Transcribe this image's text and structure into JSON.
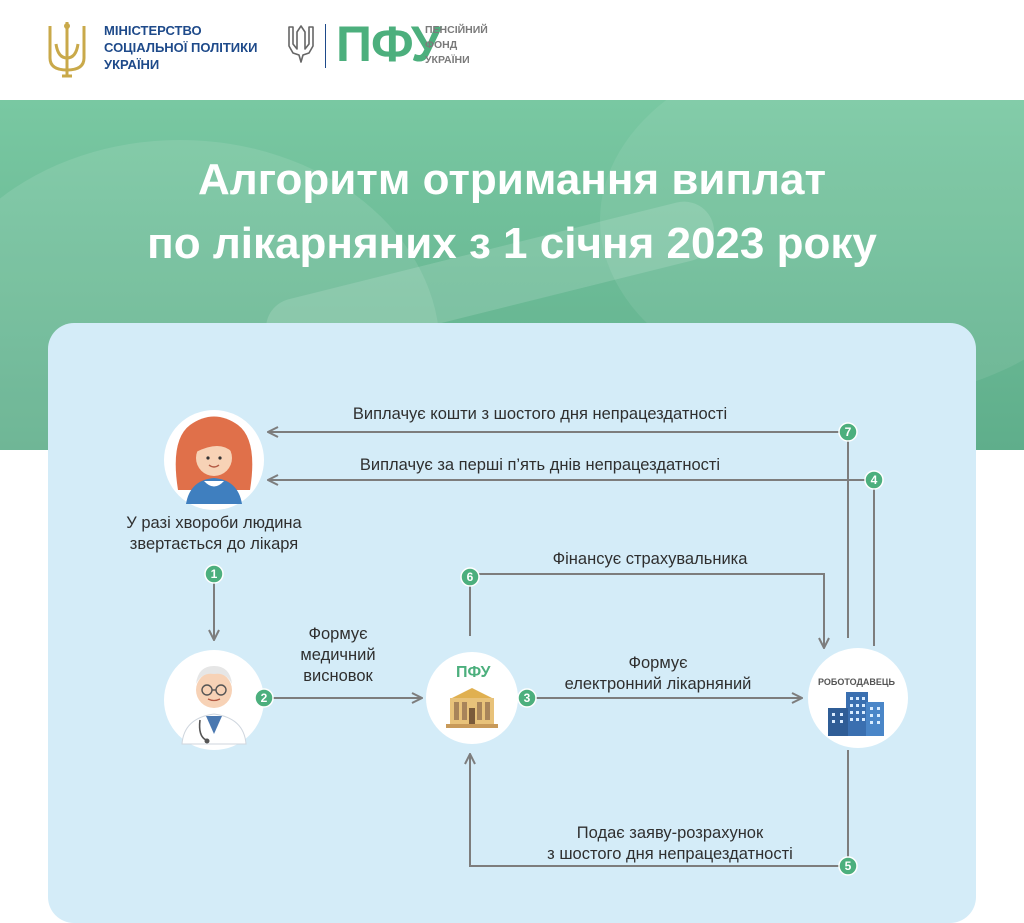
{
  "header": {
    "ministry_line1": "МІНІСТЕРСТВО",
    "ministry_line2": "СОЦІАЛЬНОЇ ПОЛІТИКИ",
    "ministry_line3": "УКРАЇНИ",
    "pfu_logo": "ПФУ",
    "pfu_line1": "ПЕНСІЙНИЙ",
    "pfu_line2": "ФОНД",
    "pfu_line3": "УКРАЇНИ"
  },
  "title": {
    "line1": "Алгоритм отримання виплат",
    "line2": "по лікарняних з 1 січня 2023 року"
  },
  "nodes": {
    "person_caption_line1": "У разі хвороби людина",
    "person_caption_line2": "звертається до лікаря",
    "pfu_label": "ПФУ",
    "employer_label": "РОБОТОДАВЕЦЬ"
  },
  "steps": [
    {
      "num": "1"
    },
    {
      "num": "2",
      "label_line1": "Формує",
      "label_line2": "медичний",
      "label_line3": "висновок"
    },
    {
      "num": "3",
      "label_line1": "Формує",
      "label_line2": "електронний лікарняний"
    },
    {
      "num": "4",
      "label": "Виплачує за перші п’ять днів непрацездатності"
    },
    {
      "num": "5",
      "label_line1": "Подає заяву-розрахунок",
      "label_line2": "з шостого дня непрацездатності"
    },
    {
      "num": "6",
      "label": "Фінансує страхувальника"
    },
    {
      "num": "7",
      "label": "Виплачує кошти з шостого дня непрацездатності"
    }
  ],
  "colors": {
    "brand_green": "#4caf7d",
    "brand_blue": "#1e4a8a",
    "panel_bg": "#d4ecf8",
    "arrow_gray": "#7d7d7d",
    "hero_green": "#6dbe97"
  }
}
